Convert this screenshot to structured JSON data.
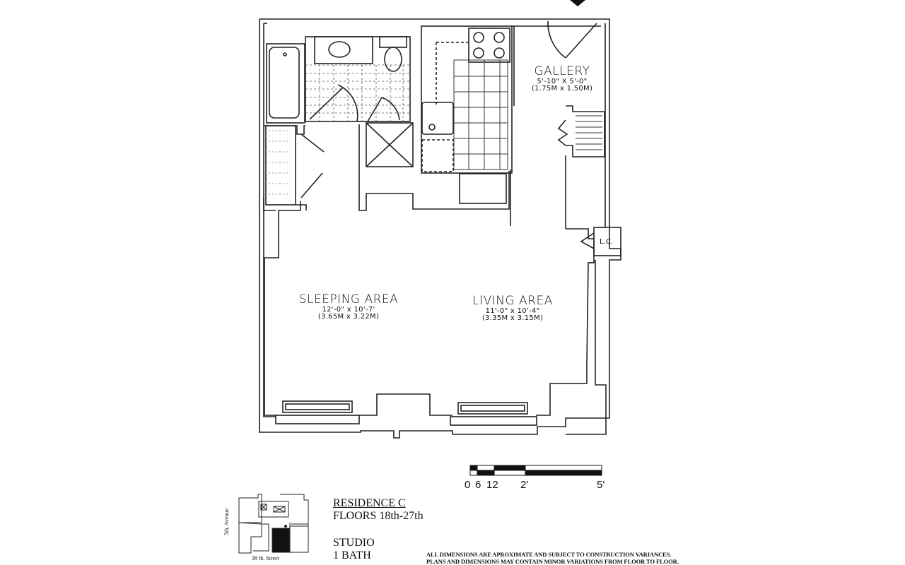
{
  "plan": {
    "rooms": [
      {
        "id": "gallery",
        "name": "GALLERY",
        "dim_imperial": "5'-10\" X 5'-0\"",
        "dim_metric": "(1.75M x 1.50M)"
      },
      {
        "id": "sleeping",
        "name": "SLEEPING AREA",
        "dim_imperial": "12'-0\" x 10'-7'",
        "dim_metric": "(3.65M x 3.22M)"
      },
      {
        "id": "living",
        "name": "LIVING AREA",
        "dim_imperial": "11'-0\" x 10'-4\"",
        "dim_metric": "(3.35M x 3.15M)"
      }
    ],
    "closet_label": "L.C.",
    "north_arrow": "down-arrow"
  },
  "scale_bar": {
    "labels": [
      "0",
      "6",
      "12",
      "2'",
      "5'"
    ]
  },
  "keyplan": {
    "avenue": "5th. Avenue",
    "street": "38 th. Street"
  },
  "title_block": {
    "residence": "RESIDENCE C",
    "floors": "FLOORS 18th-27th",
    "type": "STUDIO",
    "baths": "1 BATH"
  },
  "disclaimer": {
    "line1": "ALL DIMENSIONS ARE APROXIMATE AND SUBJECT TO CONSTRUCTION VARIANCES.",
    "line2": "PLANS AND DIMENSIONS MAY CONTAIN MINOR VARIATIONS FROM FLOOR TO FLOOR."
  }
}
